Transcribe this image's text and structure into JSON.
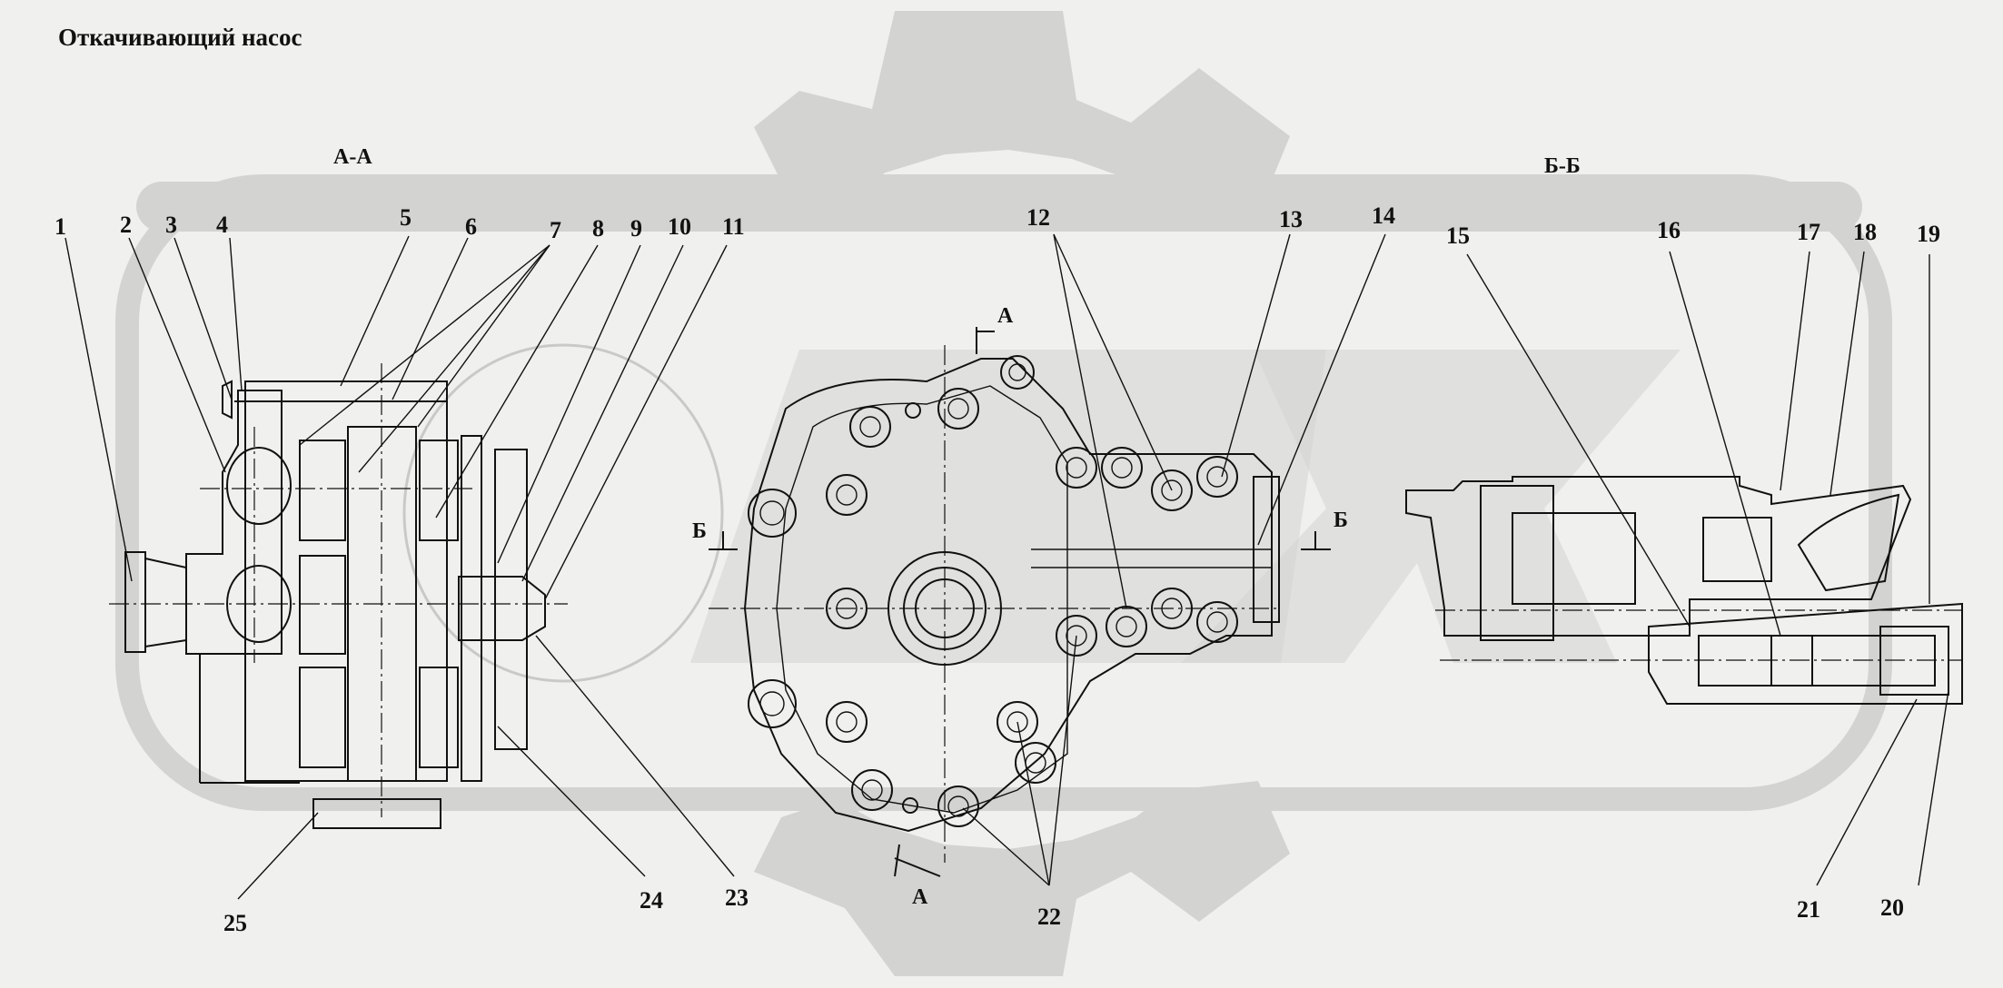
{
  "title": "Откачивающий насос",
  "section_labels": {
    "aa_title": "А-А",
    "bb_title": "Б-Б",
    "cut_a": "А",
    "cut_b": "Б"
  },
  "callouts": [
    "1",
    "2",
    "3",
    "4",
    "5",
    "6",
    "7",
    "8",
    "9",
    "10",
    "11",
    "12",
    "13",
    "14",
    "15",
    "16",
    "17",
    "18",
    "19",
    "20",
    "21",
    "22",
    "23",
    "24",
    "25"
  ],
  "watermark": {
    "color": "#d3d3d1"
  }
}
